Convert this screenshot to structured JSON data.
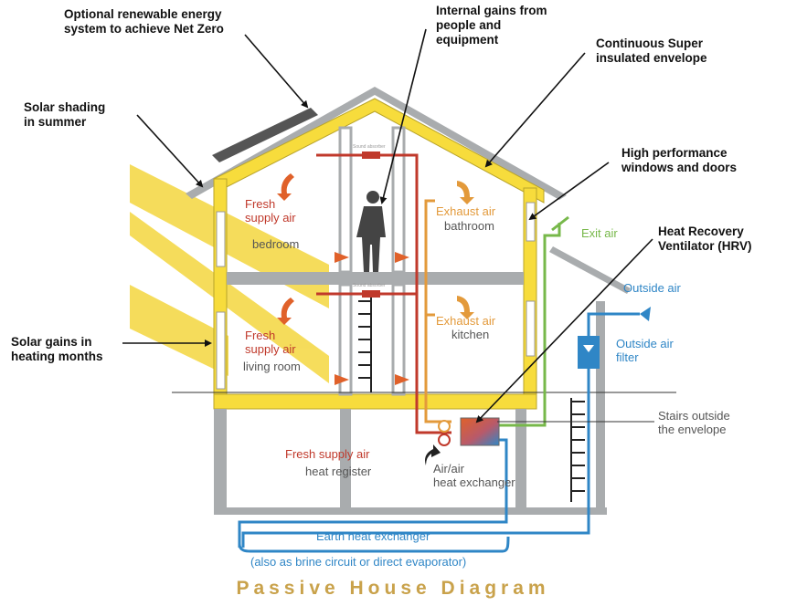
{
  "callouts": {
    "renewable": "Optional renewable energy\nsystem to achieve Net Zero",
    "internal_gains": "Internal gains from\npeople and\nequipment",
    "envelope": "Continuous Super\ninsulated envelope",
    "solar_shading": "Solar shading\nin summer",
    "windows": "High performance\nwindows and doors",
    "hrv": "Heat Recovery\nVentilator (HRV)",
    "solar_gains": "Solar gains in\nheating months"
  },
  "rooms": {
    "bedroom_fresh": "Fresh\nsupply air",
    "bedroom": "bedroom",
    "bathroom_exhaust": "Exhaust air",
    "bathroom": "bathroom",
    "exit_air": "Exit air",
    "living_fresh": "Fresh\nsupply air",
    "living_room": "living room",
    "kitchen_exhaust": "Exhaust air",
    "kitchen": "kitchen",
    "outside_air": "Outside air",
    "outside_air_filter": "Outside air\nfilter",
    "stairs": "Stairs outside\nthe envelope",
    "heat_register_fresh": "Fresh supply air",
    "heat_register": "heat register",
    "heat_exchanger": "Air/air\nheat exchanger",
    "earth": "Earth heat exchanger",
    "earth_sub": "(also as brine circuit or direct evaporator)",
    "sound_absorber_1": "Sound absorber",
    "sound_absorber_2": "Sound absorber"
  },
  "caption": "Passive House Diagram",
  "colors": {
    "supply": "#c0392b",
    "exhaust": "#e39a3b",
    "exit": "#77b84a",
    "outside": "#2f86c6",
    "insulation": "#f7dc3c",
    "wall": "#a9acae",
    "sun": "#f5d94a",
    "caption": "#c9a24b"
  }
}
